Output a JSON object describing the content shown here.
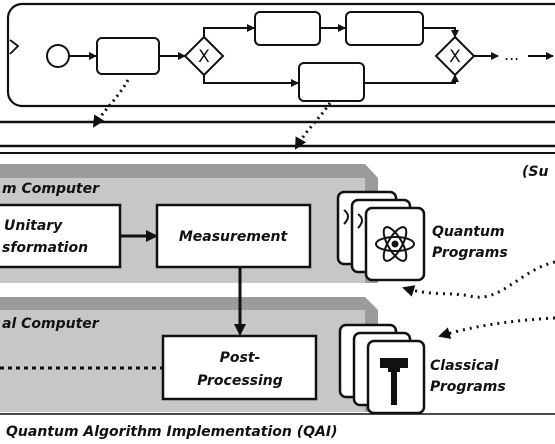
{
  "process": {
    "end_label": "..."
  },
  "section_label": "(Su",
  "quantum_layer": {
    "title": "m Computer",
    "unitary_line1": "Unitary",
    "unitary_line2": "sformation",
    "measurement": "Measurement",
    "programs_line1": "Quantum",
    "programs_line2": "Programs"
  },
  "classical_layer": {
    "title": "al Computer",
    "post_line1": "Post-",
    "post_line2": "Processing",
    "programs_line1": "Classical",
    "programs_line2": "Programs"
  },
  "footer": "Quantum Algorithm Implementation (QAI)",
  "icons": [
    "atom-icon",
    "hammer-icon"
  ],
  "colors": {
    "layer_fill": "#c7c7c7",
    "layer_shadow": "#9b9b9b",
    "stroke": "#111111",
    "background": "#ffffff"
  }
}
